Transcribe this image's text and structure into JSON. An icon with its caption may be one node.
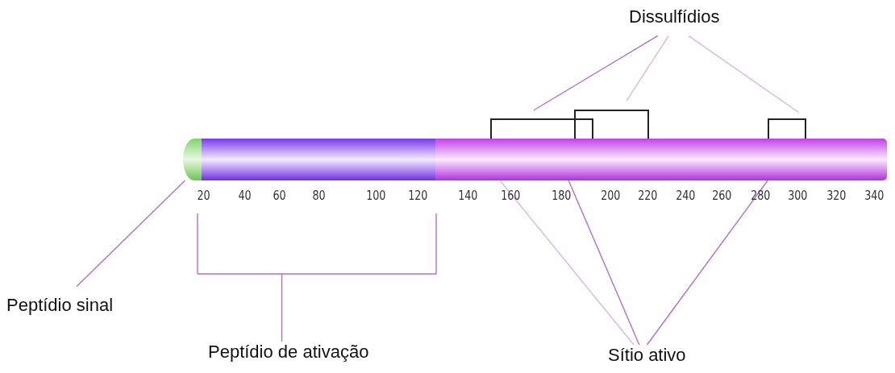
{
  "diagram": {
    "nodes": [
      {
        "text": [
          "Dissulfídios"
        ]
      },
      {
        "text": [],
        "shape": "bar"
      },
      {
        "text": [],
        "shape": "bar"
      },
      {
        "text": [],
        "shape": "bar"
      },
      {
        "text": [],
        "shape": "bracket"
      },
      {
        "text": [],
        "shape": "bracket"
      },
      {
        "text": [],
        "shape": "bracket"
      },
      {
        "text": [
          "Peptídio sinal"
        ]
      },
      {
        "text": [
          "Peptídio de ativação"
        ]
      },
      {
        "text": [
          "Sítio ativo"
        ]
      }
    ],
    "edges": [
      {
        "from": 0,
        "to": 4,
        "arrow": "none"
      },
      {
        "from": 0,
        "to": 5,
        "arrow": "none"
      },
      {
        "from": 0,
        "to": 6,
        "arrow": "none"
      },
      {
        "from": 7,
        "to": 1,
        "arrow": "none"
      },
      {
        "from": 8,
        "to": 2,
        "arrow": "none"
      },
      {
        "from": 9,
        "to": 3,
        "arrow": "none"
      },
      {
        "from": 9,
        "to": 3,
        "arrow": "none"
      },
      {
        "from": 9,
        "to": 3,
        "arrow": "none"
      }
    ],
    "labels": [
      "20",
      "40",
      "60",
      "80",
      "100",
      "120",
      "140",
      "160",
      "180",
      "200",
      "220",
      "240",
      "260",
      "280",
      "300",
      "320",
      "340"
    ]
  }
}
